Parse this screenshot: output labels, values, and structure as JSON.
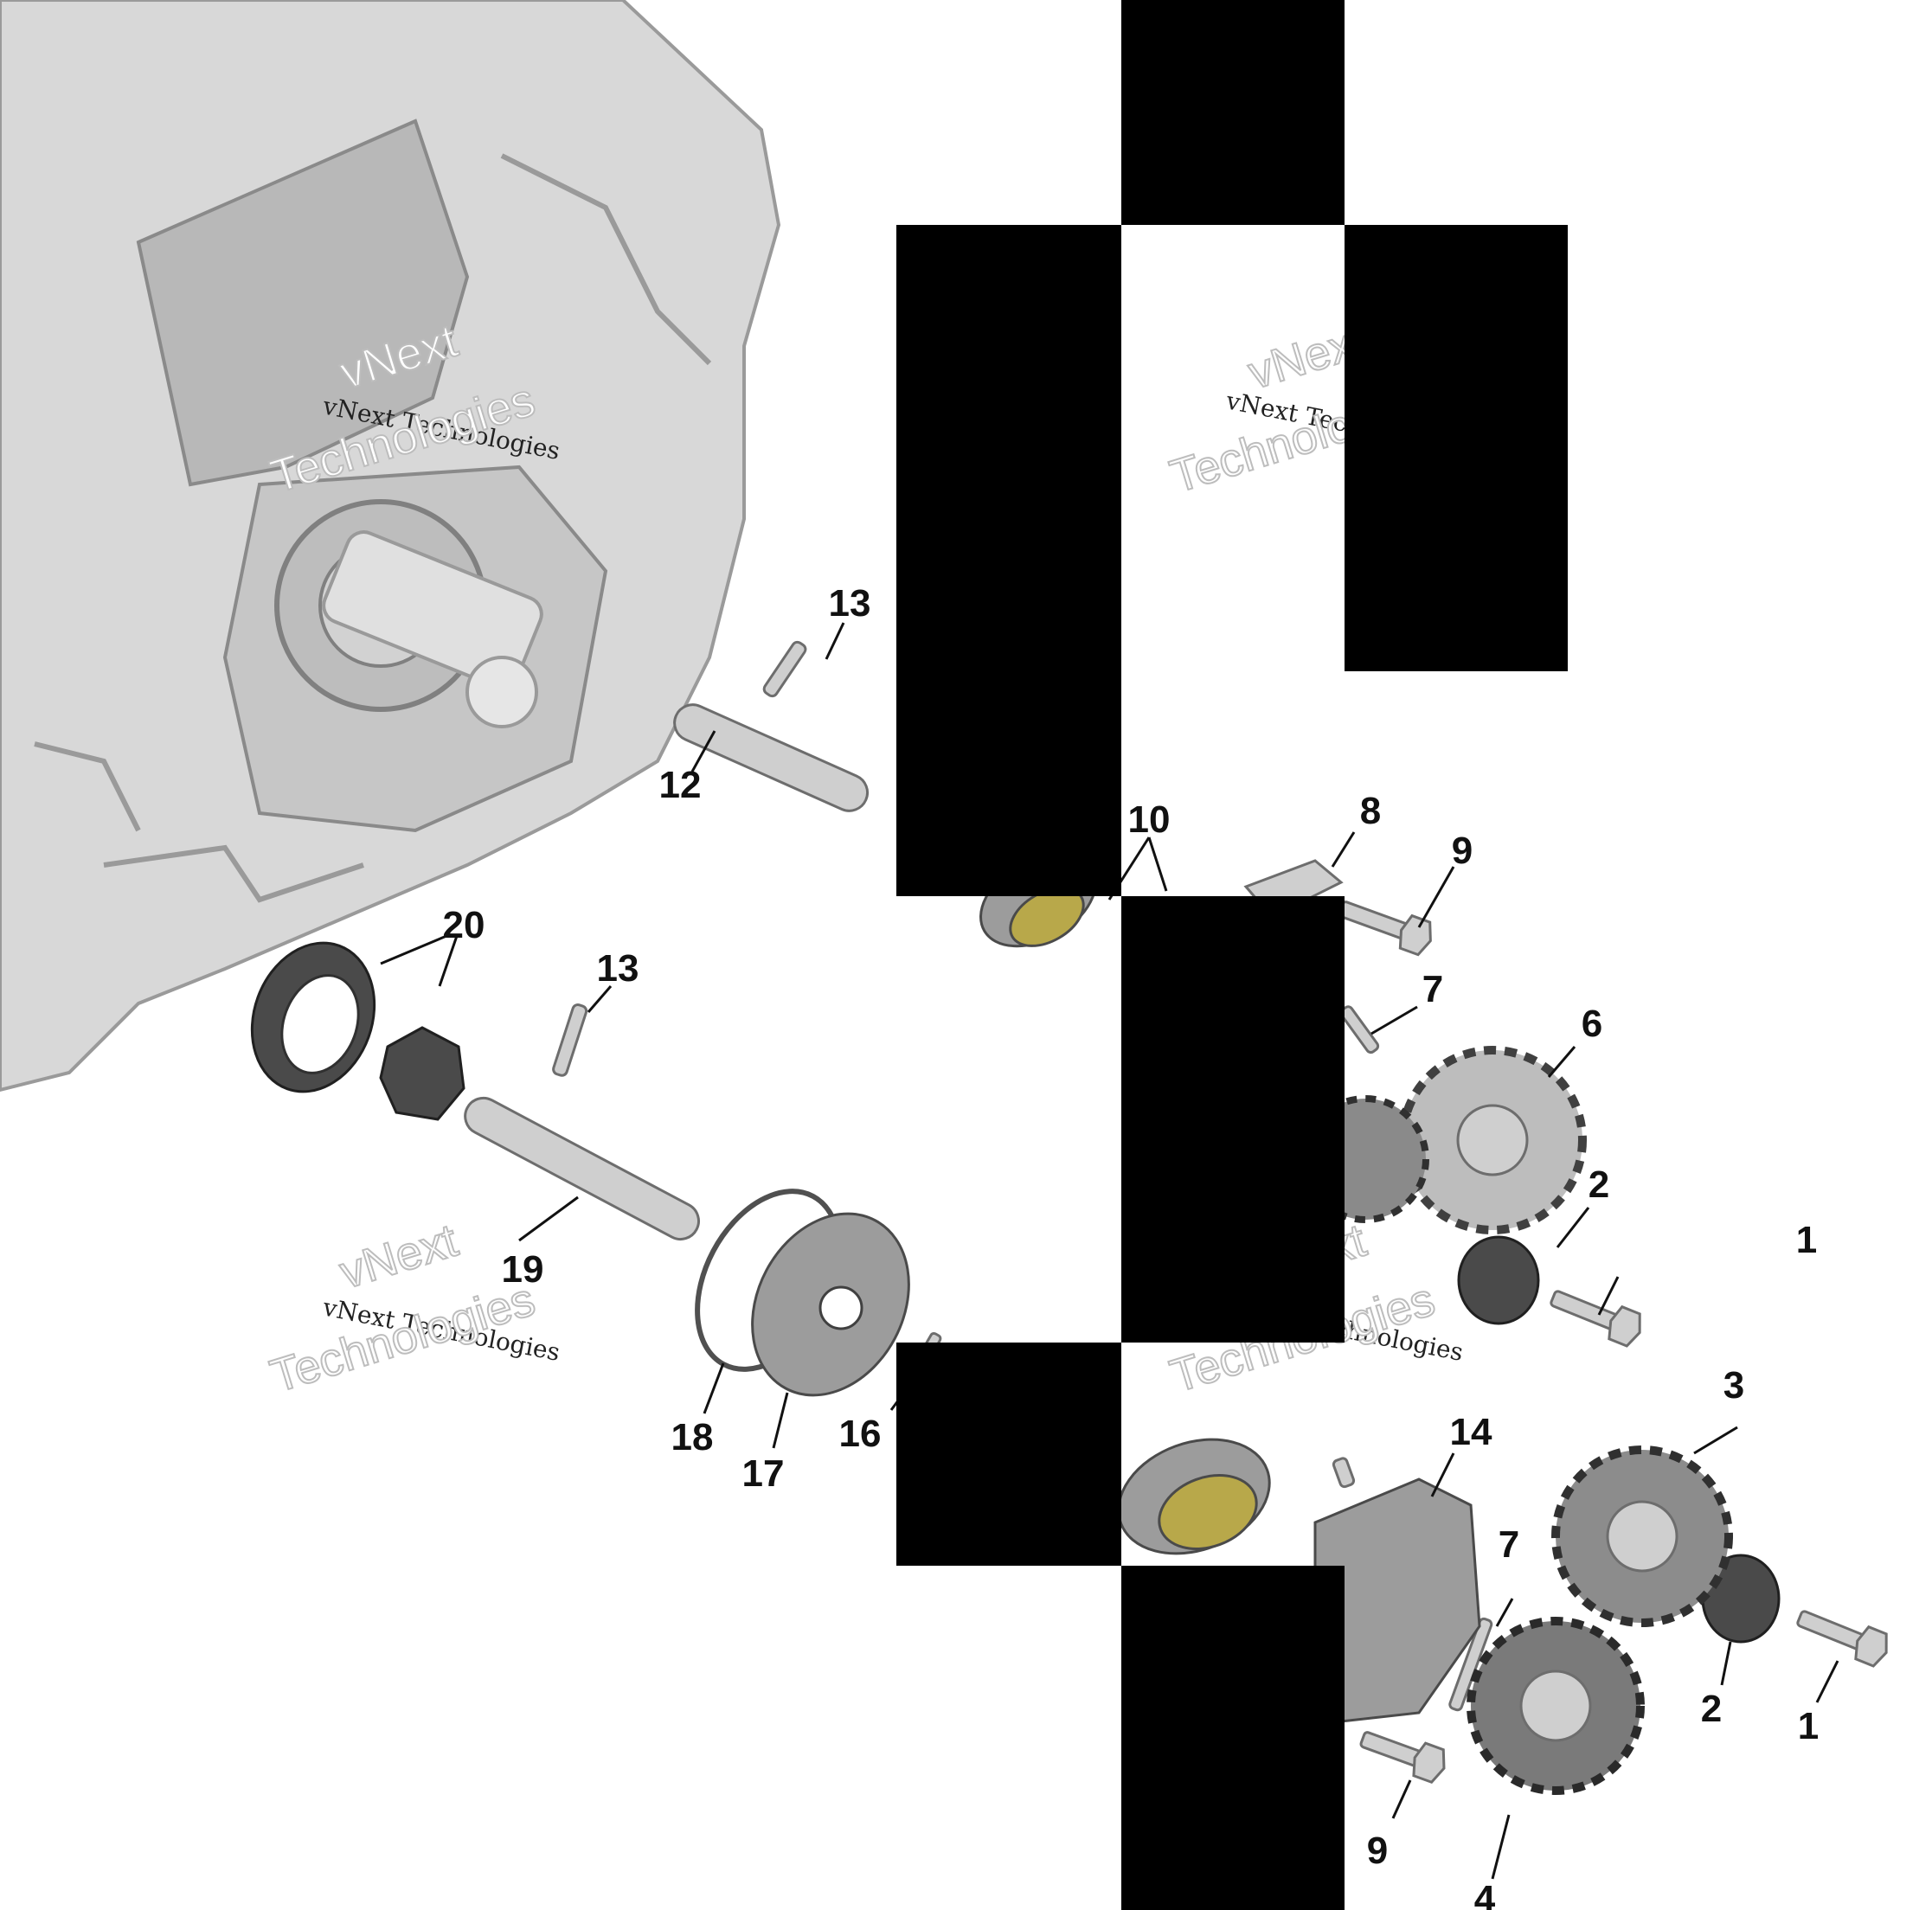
{
  "diagram": {
    "callouts": [
      "1",
      "1",
      "2",
      "2",
      "3",
      "4",
      "6",
      "7",
      "7",
      "8",
      "9",
      "9",
      "10",
      "12",
      "13",
      "13",
      "14",
      "16",
      "17",
      "18",
      "19",
      "20",
      "20"
    ],
    "watermark": {
      "line1": "vNext Technologies",
      "line2": "vNext",
      "line3": "Technologies"
    },
    "colors": {
      "redaction": "#000000",
      "housing": "#d8d8d8",
      "parts": "#9c9c9c",
      "dark_parts": "#4a4a4a",
      "gasket": "#b8a84a"
    }
  }
}
